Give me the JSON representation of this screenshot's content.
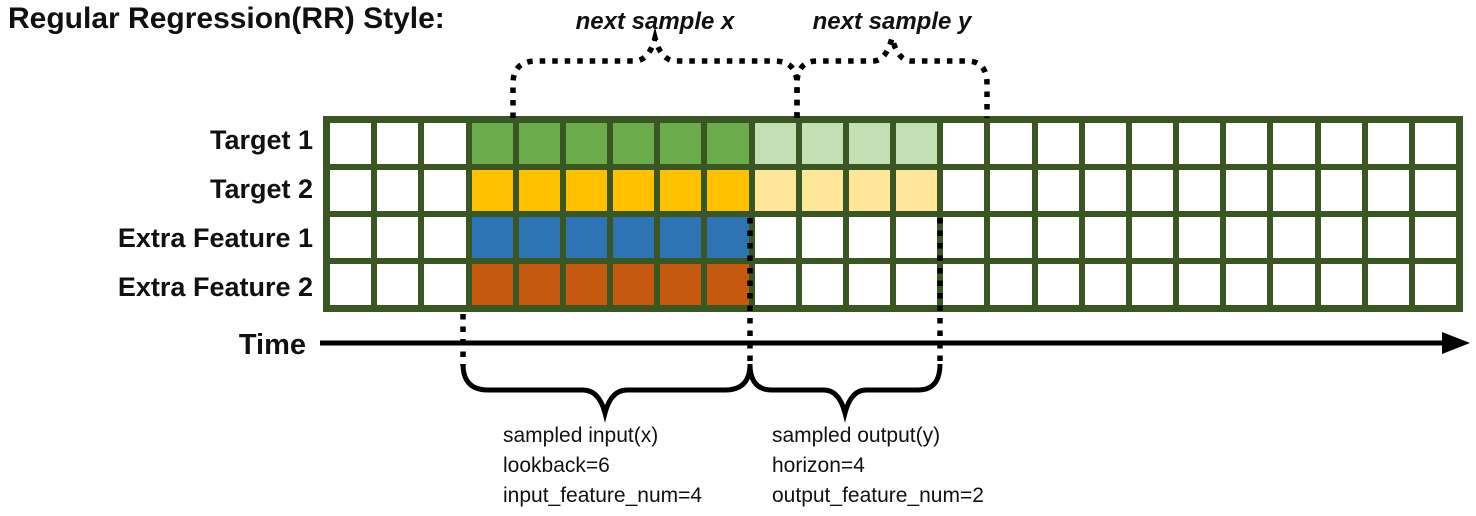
{
  "title": "Regular Regression(RR) Style:",
  "colors": {
    "frame": "#3A5623",
    "cell": "#FFFFFF",
    "line": "#000000"
  },
  "grid": {
    "columns": 24,
    "lead_in_columns": 3,
    "input_columns": 6,
    "output_columns": 4
  },
  "rows": [
    {
      "label": "Target 1",
      "input_color": "#6BAB4B",
      "output_color": "#C5DFB4"
    },
    {
      "label": "Target 2",
      "input_color": "#FFC000",
      "output_color": "#FFE699"
    },
    {
      "label": "Extra Feature 1",
      "input_color": "#2E74B5",
      "output_color": "#FFFFFF"
    },
    {
      "label": "Extra Feature 2",
      "input_color": "#C4590F",
      "output_color": "#FFFFFF"
    }
  ],
  "time_axis": {
    "label": "Time"
  },
  "annotations": {
    "next_sample_x": "next sample x",
    "next_sample_y": "next sample y",
    "input_lines": [
      "sampled input(x)",
      "lookback=6",
      "input_feature_num=4"
    ],
    "output_lines": [
      "sampled output(y)",
      "horizon=4",
      "output_feature_num=2"
    ]
  }
}
